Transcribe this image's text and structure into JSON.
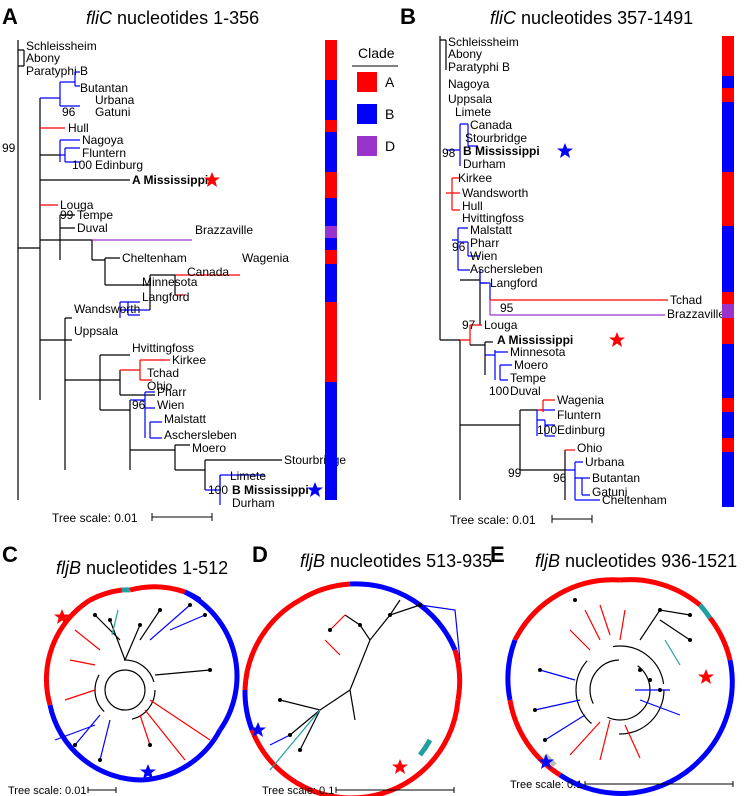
{
  "panels": {
    "A": {
      "letter": "A",
      "title_gene": "fliC",
      "title_rest": " nucleotides 1-356",
      "scale_label": "Tree scale: 0.01",
      "taxa": [
        "Schleissheim",
        "Abony",
        "Paratyphi B",
        "Butantan",
        "Urbana",
        "Gatuni",
        "Hull",
        "Nagoya",
        "Fluntern",
        "Edinburg",
        "A Mississippi",
        "Louga",
        "Tempe",
        "Duval",
        "Brazzaville",
        "Cheltenham",
        "Wagenia",
        "Canada",
        "Minnesota",
        "Langford",
        "Wandsworth",
        "Uppsala",
        "Hvittingfoss",
        "Kirkee",
        "Tchad",
        "Ohio",
        "Pharr",
        "Wien",
        "Malstatt",
        "Aschersleben",
        "Moero",
        "Stourbridge",
        "Limete",
        "B Mississippi",
        "Durham"
      ],
      "bootstrap": [
        "99",
        "96",
        "100",
        "99",
        "96",
        "100"
      ]
    },
    "B": {
      "letter": "B",
      "title_gene": "fliC",
      "title_rest": " nucleotides 357-1491",
      "scale_label": "Tree scale: 0.01",
      "taxa": [
        "Schleissheim",
        "Abony",
        "Paratyphi B",
        "Nagoya",
        "Uppsala",
        "Limete",
        "Canada",
        "Stourbridge",
        "B Mississippi",
        "Durham",
        "Kirkee",
        "Wandsworth",
        "Hull",
        "Hvittingfoss",
        "Malstatt",
        "Pharr",
        "Wien",
        "Aschersleben",
        "Langford",
        "Tchad",
        "Brazzaville",
        "Louga",
        "A Mississippi",
        "Minnesota",
        "Moero",
        "Tempe",
        "Duval",
        "Wagenia",
        "Fluntern",
        "Edinburg",
        "Ohio",
        "Urbana",
        "Butantan",
        "Gatuni",
        "Cheltenham"
      ],
      "bootstrap": [
        "98",
        "96",
        "95",
        "97",
        "100",
        "100",
        "99",
        "96",
        "95"
      ]
    },
    "C": {
      "letter": "C",
      "title_gene": "fljB",
      "title_rest": " nucleotides 1-512",
      "scale_label": "Tree scale: 0.01"
    },
    "D": {
      "letter": "D",
      "title_gene": "fljB",
      "title_rest": " nucleotides 513-935",
      "scale_label": "Tree scale: 0.1"
    },
    "E": {
      "letter": "E",
      "title_gene": "fljB",
      "title_rest": " nucleotides 936-1521",
      "scale_label": "Tree scale: 0.1"
    }
  },
  "legend": {
    "title": "Clade",
    "items": [
      {
        "label": "A",
        "color": "#ff0000"
      },
      {
        "label": "B",
        "color": "#0000ff"
      },
      {
        "label": "D",
        "color": "#9933cc"
      }
    ]
  },
  "colors": {
    "clade_a": "#ff0000",
    "clade_b": "#0000ff",
    "clade_d": "#9933cc",
    "teal": "#20a0a0",
    "branch": "#000000"
  },
  "icons": [
    "star-icon"
  ]
}
